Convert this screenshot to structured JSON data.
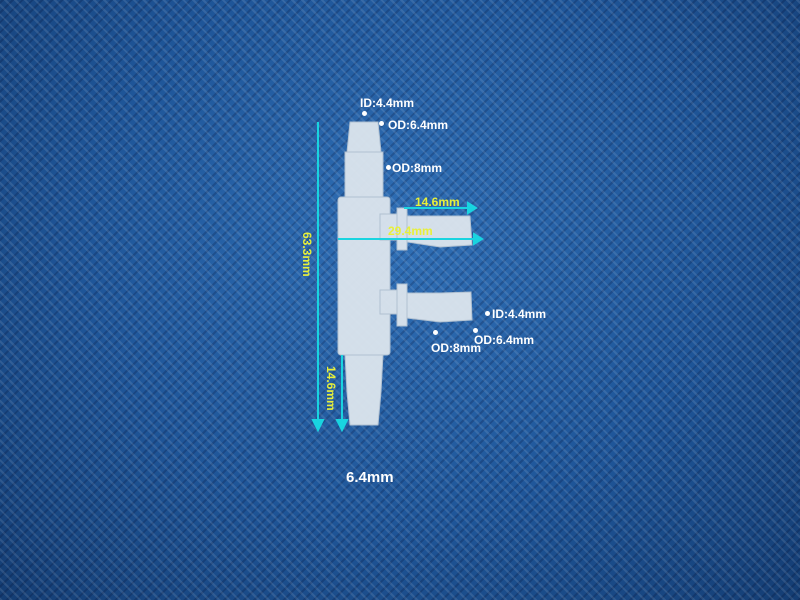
{
  "labels": {
    "top_id": "ID:4.4mm",
    "top_od_small": "OD:6.4mm",
    "top_od_large": "OD:8mm",
    "branch_length": "14.6mm",
    "total_width": "29.4mm",
    "total_height": "63.3mm",
    "bottom_length": "14.6mm",
    "side_id": "ID:4.4mm",
    "side_od_large": "OD:8mm",
    "side_od_small": "OD:6.4mm"
  },
  "caption": "6.4mm",
  "colors": {
    "background": "#1f5699",
    "dimension_line": "#19d4e0",
    "dimension_text": "#e8f03a",
    "fitting": "#dfe7ee"
  }
}
